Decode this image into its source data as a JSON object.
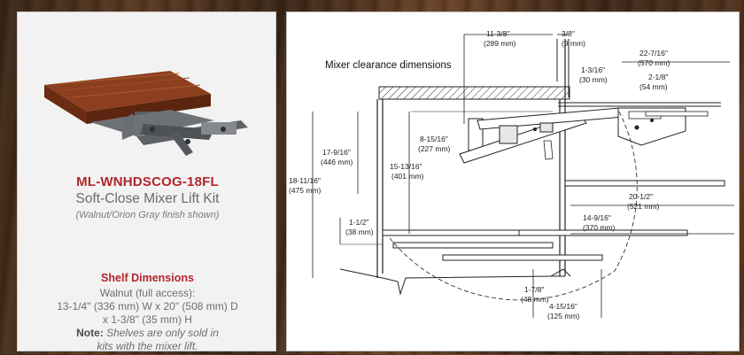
{
  "product": {
    "model": "ML-WNHDSCOG-18FL",
    "name": "Soft-Close Mixer Lift Kit",
    "finish_note": "(Walnut/Orion Gray finish shown)"
  },
  "shelf": {
    "title": "Shelf Dimensions",
    "line1": "Walnut (full access):",
    "line2": "13-1/4\" (336 mm) W x 20\" (508 mm) D",
    "line3": "x 1-3/8\" (35 mm) H",
    "note_label": "Note:",
    "note_line1": "Shelves are only sold in",
    "note_line2": "kits with the mixer lift."
  },
  "diagram": {
    "title": "Mixer clearance dimensions",
    "dims": [
      {
        "in": "11-3/8\"",
        "mm": "(289 mm)"
      },
      {
        "in": "3/8\"",
        "mm": "(9 mm)"
      },
      {
        "in": "22-7/16\"",
        "mm": "(570 mm)"
      },
      {
        "in": "1-3/16\"",
        "mm": "(30 mm)"
      },
      {
        "in": "2-1/8\"",
        "mm": "(54 mm)"
      },
      {
        "in": "8-15/16\"",
        "mm": "(227 mm)"
      },
      {
        "in": "17-9/16\"",
        "mm": "(446 mm)"
      },
      {
        "in": "15-13/16\"",
        "mm": "(401 mm)"
      },
      {
        "in": "18-11/16\"",
        "mm": "(475 mm)"
      },
      {
        "in": "20-1/2\"",
        "mm": "(521 mm)"
      },
      {
        "in": "14-9/16\"",
        "mm": "(370 mm)"
      },
      {
        "in": "1-1/2\"",
        "mm": "(38 mm)"
      },
      {
        "in": "1-7/8\"",
        "mm": "(48 mm)"
      },
      {
        "in": "4-15/16\"",
        "mm": "(125 mm)"
      }
    ]
  }
}
